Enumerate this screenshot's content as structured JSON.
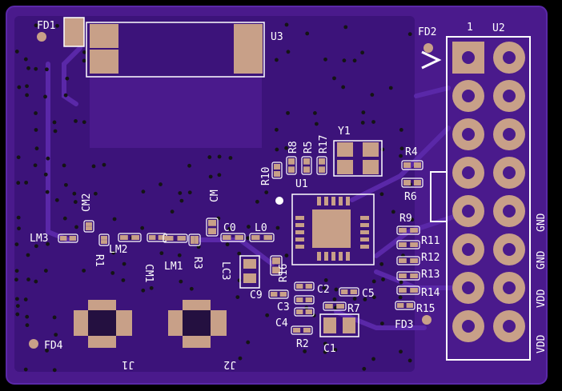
{
  "board": {
    "colors": {
      "background": "#000000",
      "soldermask": "#4a1a8c",
      "copper_pour": "#3c137a",
      "trace": "#5a28a8",
      "via": "#141414",
      "pad": "#c8a088",
      "silkscreen": "#ffffff"
    },
    "labels": {
      "fd1": "FD1",
      "fd2": "FD2",
      "fd3": "FD3",
      "fd4": "FD4",
      "u1": "U1",
      "u2": "U2",
      "u3": "U3",
      "y1": "Y1",
      "j1": "J1",
      "j2": "J2",
      "pin1": "1",
      "cm": "CM",
      "cm1": "CM1",
      "cm2": "CM2",
      "lm1": "LM1",
      "lm2": "LM2",
      "lm3": "LM3",
      "lc3": "LC3",
      "c0": "C0",
      "l0": "L0",
      "c1": "C1",
      "c2": "C2",
      "c3": "C3",
      "c4": "C4",
      "c5": "C5",
      "c9": "C9",
      "r1": "R1",
      "r2": "R2",
      "r3": "R3",
      "r4": "R4",
      "r5": "R5",
      "r6": "R6",
      "r7": "R7",
      "r8": "R8",
      "r9": "R9",
      "r10": "R10",
      "r11": "R11",
      "r12": "R12",
      "r13": "R13",
      "r14": "R14",
      "r15": "R15",
      "r16": "R16",
      "r17": "R17",
      "gnd_top": "GND",
      "gnd_bottom": "GND",
      "vdd_top": "VDD",
      "vdd_bottom": "VDD"
    }
  }
}
